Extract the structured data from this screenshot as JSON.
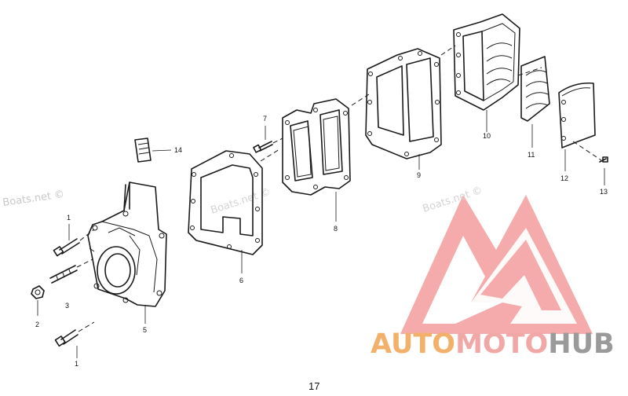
{
  "callouts": {
    "c1a": "1",
    "c1b": "1",
    "c2": "2",
    "c3": "3",
    "c5": "5",
    "c6": "6",
    "c7": "7",
    "c8": "8",
    "c9": "9",
    "c10": "10",
    "c11": "11",
    "c12": "12",
    "c13": "13",
    "c14": "14"
  },
  "page_number": "17",
  "watermarks": {
    "left": "Boats.net ©",
    "center": "Boats.net ©",
    "right": "Boats.net ©"
  },
  "logo": {
    "part1": "AUTO",
    "part2": "MOTO",
    "part3": "HUB",
    "colors": {
      "auto": "#f3b06a",
      "moto": "#f2a7a7",
      "hub": "#9a9a9a",
      "mark": "#f2a0a0"
    }
  }
}
